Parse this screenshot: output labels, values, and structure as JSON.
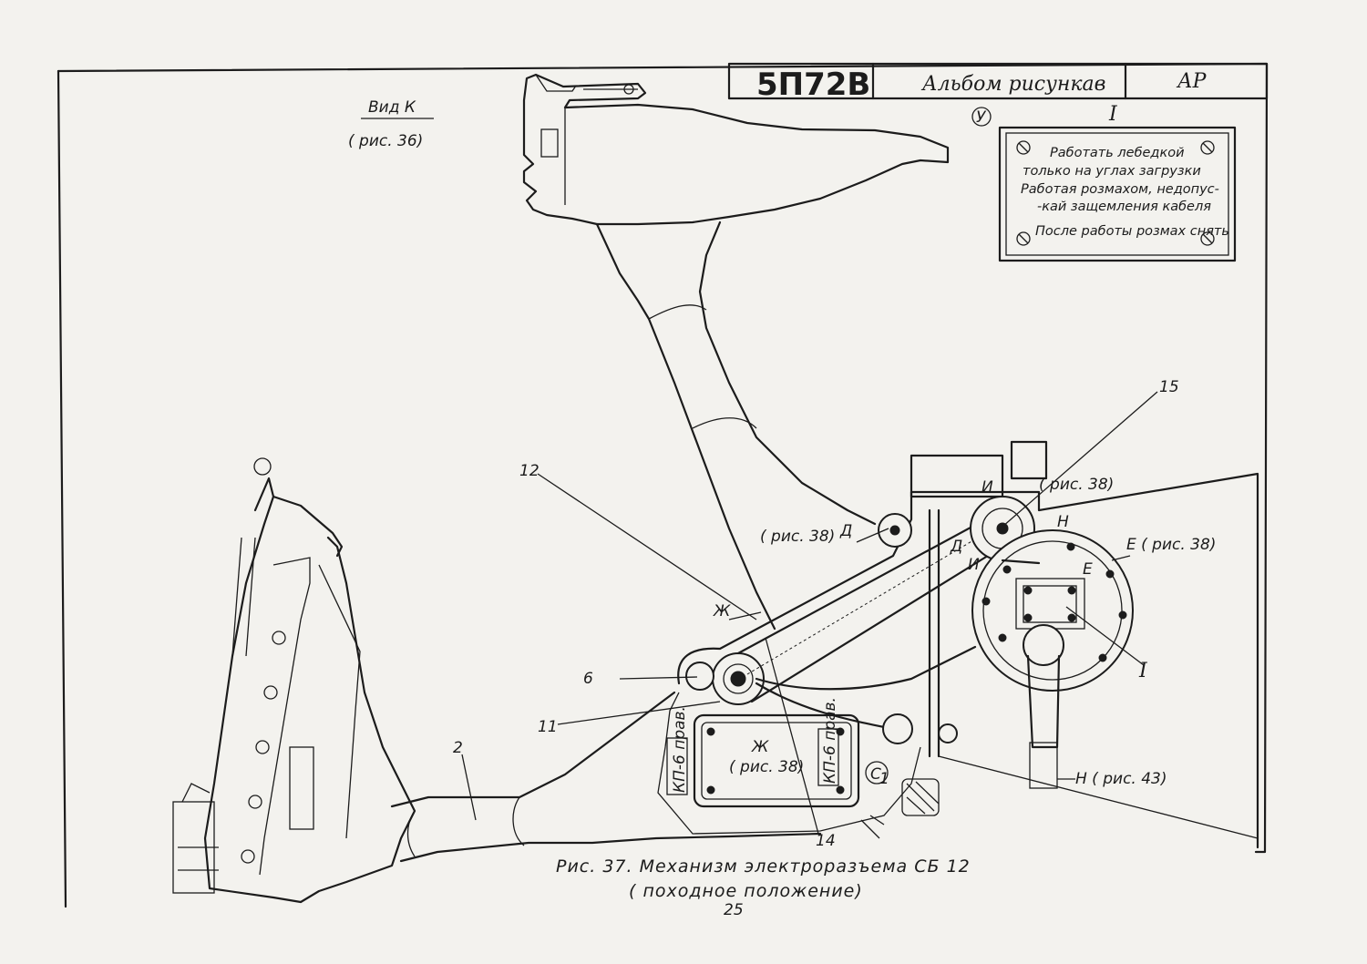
{
  "title_block": {
    "code": "5П72В",
    "album": "Альбом рисункав",
    "sheet": "АР"
  },
  "view": {
    "name": "Вид К",
    "ref": "( рис. 36)"
  },
  "plate": {
    "marker": "У",
    "roman": "I",
    "lines": [
      "Работать лебедкой",
      "только на углах загрузки",
      "Работая розмахом, недопус-",
      "-кай защемления кабеля",
      "После работы розмах снять"
    ]
  },
  "callouts": {
    "n15": "15",
    "n12": "12",
    "n6": "6",
    "n11": "11",
    "n2": "2",
    "n14": "14",
    "ref_38_top": "( рис. 38)",
    "ref_38_d": "( рис. 38)",
    "d1": "Д",
    "d2": "Д",
    "i1": "И",
    "i2": "И",
    "h1": "Н",
    "e1": "Е ( рис. 38)",
    "e2": "Е",
    "roman_i": "I",
    "zh1": "Ж",
    "zh_box": "Ж",
    "zh_ref": "( рис. 38)",
    "kp_left": "КП-6 прав.",
    "kp_right": "КП-6 прав.",
    "c1": "С",
    "c1_sub": "1",
    "h_ref": "Н ( рис. 43)"
  },
  "caption": {
    "line1": "Рис. 37.  Механизм электроразъема СБ 12",
    "line2": "( походное положение)"
  },
  "page_number": "25"
}
